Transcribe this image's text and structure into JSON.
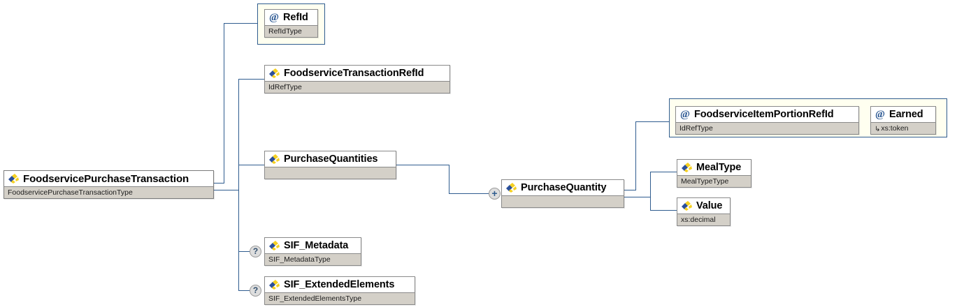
{
  "diagram": {
    "title": "FoodservicePurchaseTransaction XSD structure",
    "colors": {
      "line": "#2f5c8f",
      "box_border": "#8a8a8a",
      "type_row": "#d4d0c8",
      "group_bg": "#fffff0",
      "group_border": "#2f5c8f",
      "marker_bg": "#dedede",
      "icon_blue": "#2a4f9b",
      "icon_yellow": "#f5d020",
      "at_color": "#24528f"
    },
    "nodes": [
      {
        "id": "root",
        "name": "FoodservicePurchaseTransaction",
        "type": "FoodservicePurchaseTransactionType",
        "icon": "element-icon",
        "marker": null
      },
      {
        "id": "refid",
        "name": "RefId",
        "type": "RefIdType",
        "icon": "attribute-icon",
        "marker": null
      },
      {
        "id": "fstransactionrefid",
        "name": "FoodserviceTransactionRefId",
        "type": "IdRefType",
        "icon": "element-icon",
        "marker": null
      },
      {
        "id": "purchasequantities",
        "name": "PurchaseQuantities",
        "type": "",
        "icon": "element-icon",
        "marker": null
      },
      {
        "id": "purchasequantity",
        "name": "PurchaseQuantity",
        "type": "",
        "icon": "element-icon",
        "marker": "+"
      },
      {
        "id": "fsitemportionrefid",
        "name": "FoodserviceItemPortionRefId",
        "type": "IdRefType",
        "icon": "attribute-icon",
        "marker": null
      },
      {
        "id": "earned",
        "name": "Earned",
        "type": "xs:token",
        "type_prefix": "↳",
        "icon": "attribute-icon",
        "marker": null
      },
      {
        "id": "mealtype",
        "name": "MealType",
        "type": "MealTypeType",
        "icon": "element-icon",
        "marker": null
      },
      {
        "id": "value",
        "name": "Value",
        "type": "xs:decimal",
        "icon": "element-icon",
        "marker": null
      },
      {
        "id": "sifmetadata",
        "name": "SIF_Metadata",
        "type": "SIF_MetadataType",
        "icon": "element-icon",
        "marker": "?"
      },
      {
        "id": "sifextendedelements",
        "name": "SIF_ExtendedElements",
        "type": "SIF_ExtendedElementsType",
        "icon": "element-icon",
        "marker": "?"
      }
    ]
  }
}
